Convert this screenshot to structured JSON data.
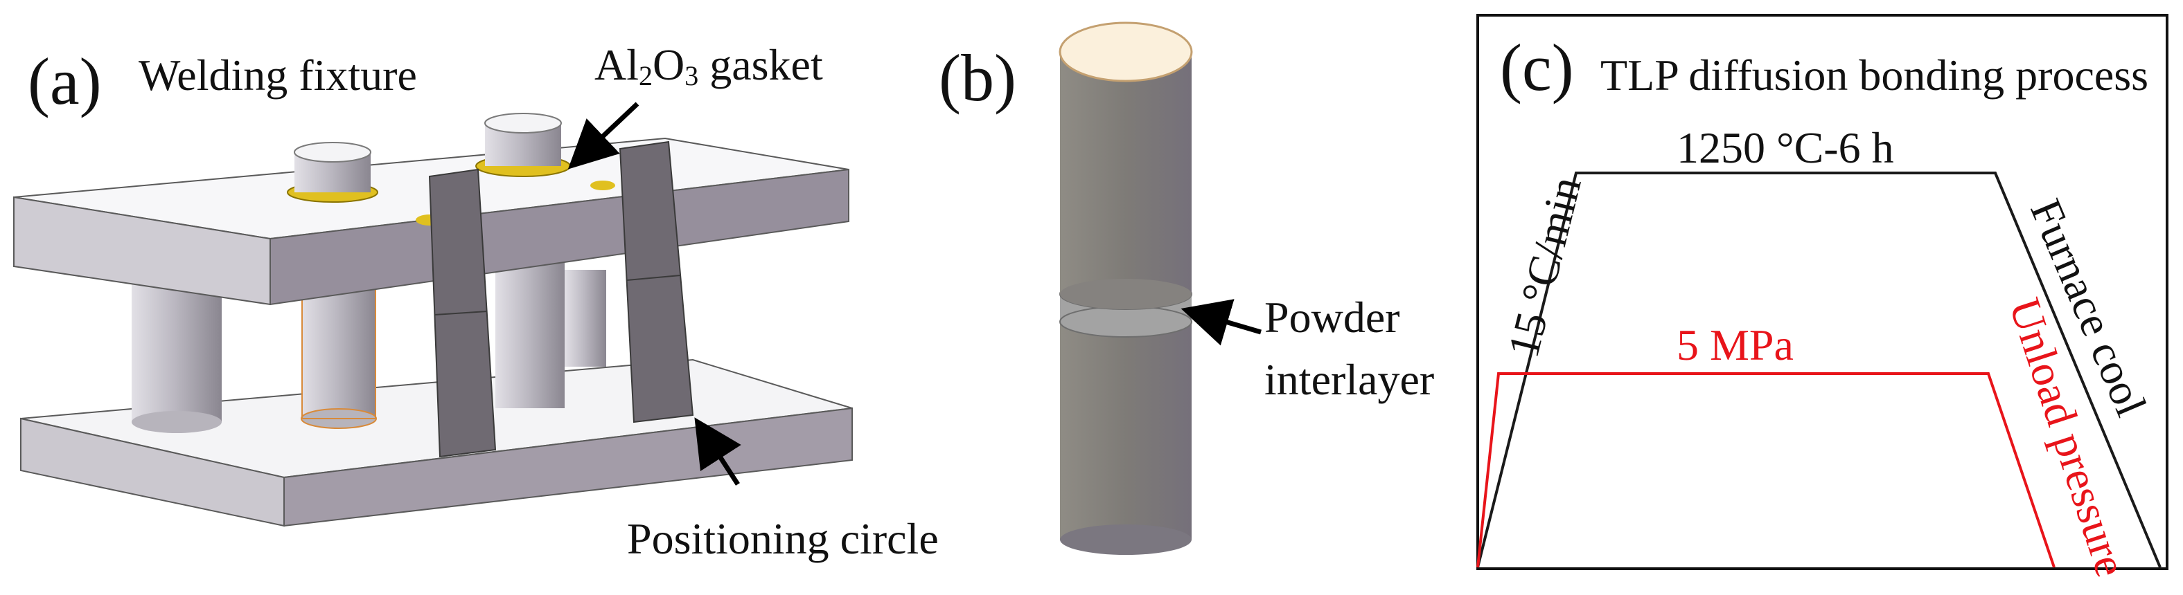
{
  "panel_a": {
    "letter": "(a)",
    "title": "Welding fixture",
    "gasket_label": {
      "prefix": "Al",
      "sub1": "2",
      "mid": "O",
      "sub2": "3",
      "suffix": " gasket"
    },
    "positioning_label": "Positioning circle"
  },
  "panel_b": {
    "letter": "(b)",
    "interlayer_label_line1": "Powder",
    "interlayer_label_line2": "interlayer"
  },
  "panel_c": {
    "letter": "(c)",
    "title": "TLP diffusion bonding process",
    "hold_label": "1250 °C-6 h",
    "heating_rate_label": "15 °C/min",
    "cooling_label": "Furnace cool",
    "pressure_label": "5 MPa",
    "unload_label": "Unload pressure",
    "temperature_color": "#1a1a1a",
    "pressure_color": "#e8141a"
  }
}
